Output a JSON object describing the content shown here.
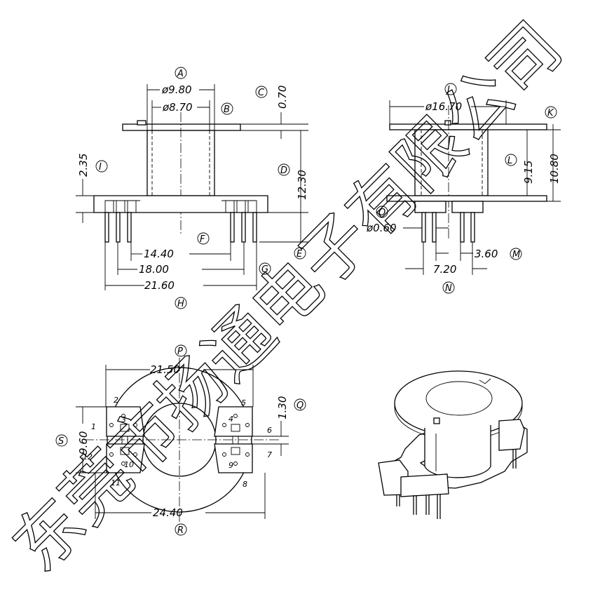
{
  "watermark": "东莞市扬通电子有限公司",
  "front_view": {
    "dims": {
      "a": "ø9.80",
      "b": "ø8.70",
      "c": "0.70",
      "i": "2.35",
      "d": "12.30",
      "f": "14.40",
      "g": "18.00",
      "h": "21.60"
    },
    "callouts": {
      "A": "A",
      "B": "B",
      "C": "C",
      "D": "D",
      "E": "E",
      "F": "F",
      "G": "G",
      "H": "H",
      "I": "I"
    }
  },
  "side_view": {
    "dims": {
      "j": "ø16.70",
      "l": "9.15",
      "k": "10.80",
      "o": "ø0.60",
      "m": "3.60",
      "n": "7.20"
    },
    "callouts": {
      "J": "J",
      "K": "K",
      "L": "L",
      "M": "M",
      "N": "N",
      "O": "O"
    }
  },
  "bottom_view": {
    "dims": {
      "p": "21.50",
      "q": "1.30",
      "s": "9.60",
      "r": "24.40"
    },
    "callouts": {
      "P": "P",
      "Q": "Q",
      "R": "R",
      "S": "S"
    },
    "pins": [
      "1",
      "2",
      "3",
      "4",
      "5",
      "6",
      "7",
      "8",
      "9",
      "10",
      "11",
      "12"
    ]
  }
}
